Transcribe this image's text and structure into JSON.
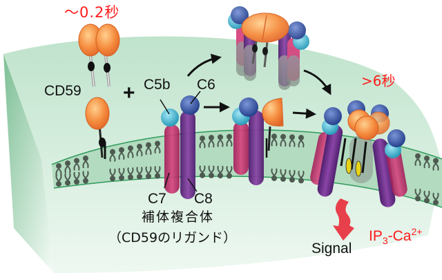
{
  "labels": {
    "time_short": "～0.2秒",
    "time_long": ">6秒",
    "cd59": "CD59",
    "plus": "+",
    "c5b": "C5b",
    "c6": "C6",
    "c7": "C7",
    "c8": "C8",
    "complex_title": "補体複合体",
    "complex_subtitle": "（CD59のリガンド）",
    "signal": "Signal",
    "ip3_ca": {
      "prefix": "IP",
      "sub": "3",
      "mid": "-Ca",
      "sup": "2+"
    }
  },
  "colors": {
    "membrane_face": "#cfe9d7",
    "membrane_side": "#8cc6a2",
    "lipid": "#4d5a50",
    "membrane_line": "#2e9a5a",
    "cd59_orange": "#f28a3c",
    "c5b_cyan": "#3bb3cf",
    "c6_blue": "#2c4a9a",
    "c7_pink": "#c2306e",
    "c8_purple": "#6a2f8a",
    "label_red": "#ff1a1a",
    "signal_arrow": "#e8404a"
  }
}
